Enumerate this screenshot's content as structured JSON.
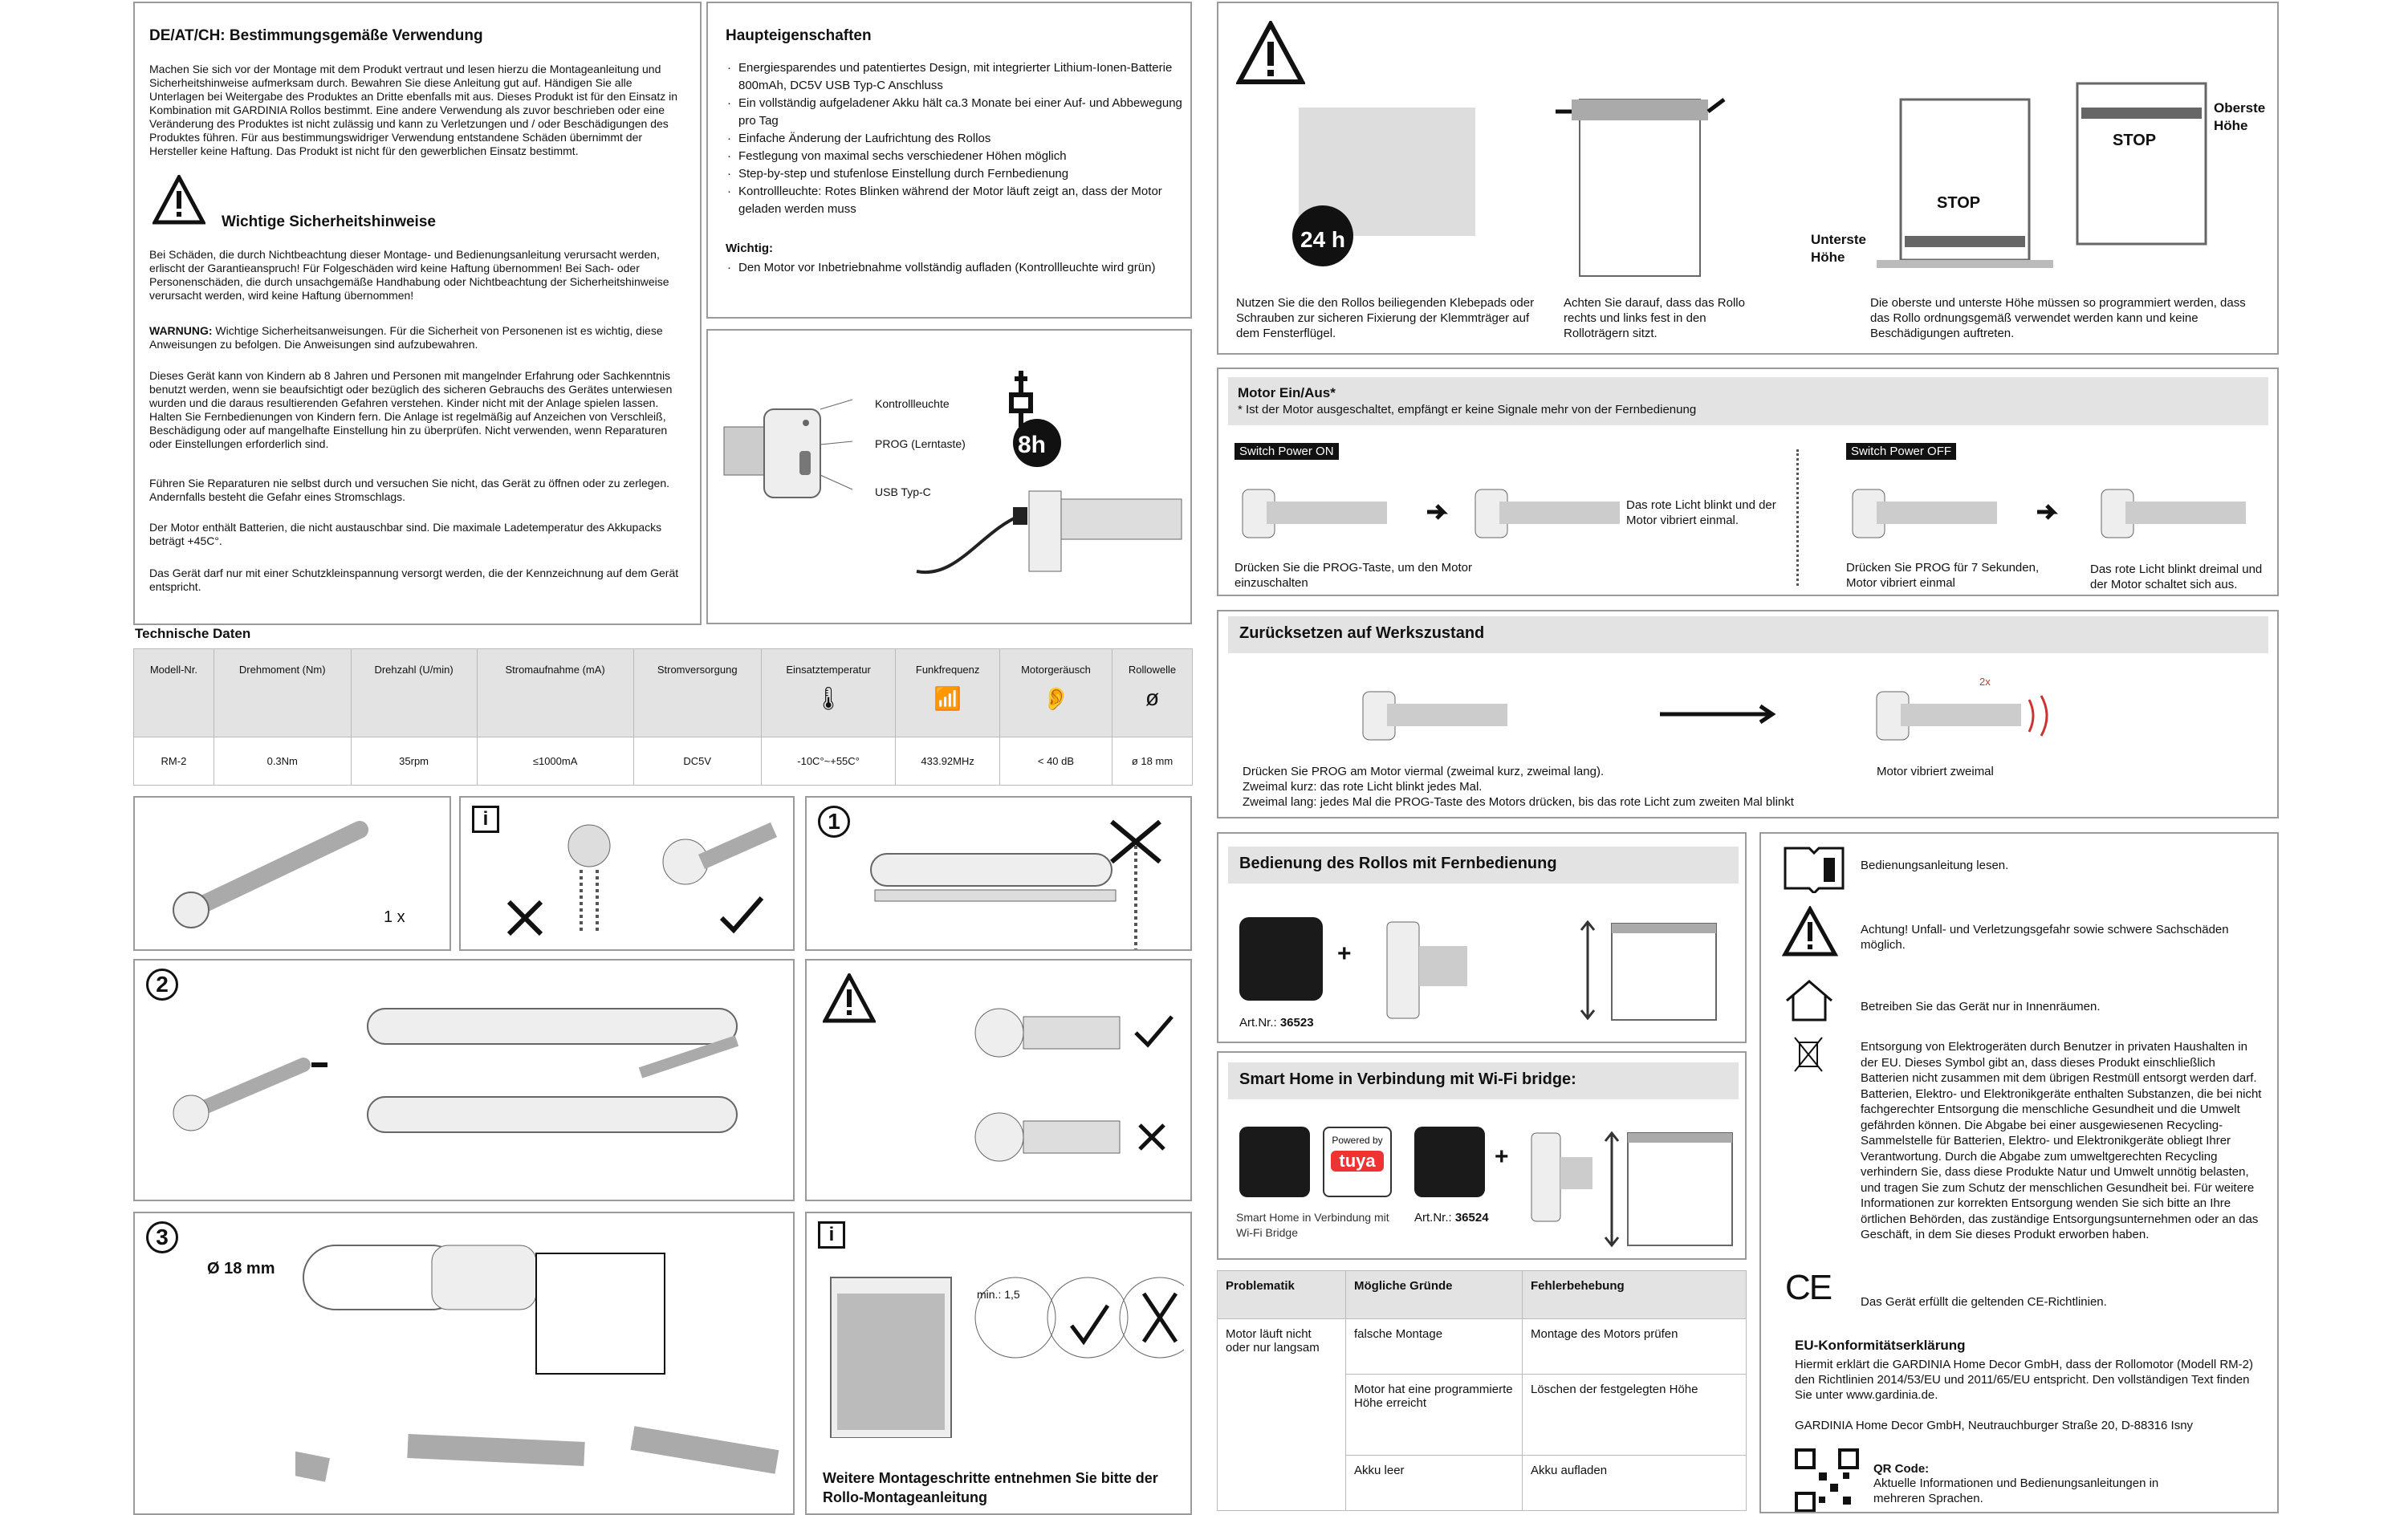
{
  "intro": {
    "title": "DE/AT/CH: Bestimmungsgemäße Verwendung",
    "body": "Machen Sie sich vor der Montage mit dem Produkt vertraut und lesen hierzu die Montageanleitung und Sicherheitshinweise aufmerksam durch. Bewahren Sie diese Anleitung gut auf. Händigen Sie alle Unterlagen bei Weitergabe des Produktes an Dritte ebenfalls mit aus. Dieses Produkt ist für den Einsatz in Kombination mit GARDINIA Rollos bestimmt. Eine andere Verwendung als zuvor beschrieben oder eine Veränderung des Produktes ist nicht zulässig und kann zu Verletzungen und / oder Beschädigungen des Produktes führen. Für aus bestimmungswidriger Verwendung entstandene Schäden übernimmt der Hersteller keine Haftung. Das Produkt ist nicht für den gewerblichen Einsatz bestimmt.",
    "safety_title": "Wichtige Sicherheitshinweise",
    "p1": "Bei Schäden, die durch Nichtbeachtung dieser Montage- und Bedienungsanleitung verursacht werden, erlischt der Garantieanspruch! Für Folgeschäden wird keine Haftung übernommen! Bei Sach- oder Personenschäden, die durch unsachgemäße Handhabung oder Nichtbeachtung der Sicherheitshinweise verursacht werden, wird keine Haftung übernommen!",
    "p2_bold": "WARNUNG:",
    "p2": " Wichtige Sicherheitsanweisungen. Für die Sicherheit von Personenen ist es wichtig, diese Anweisungen zu befolgen. Die Anweisungen sind aufzubewahren.",
    "p3": "Dieses Gerät kann von Kindern ab 8 Jahren und Personen mit mangelnder Erfahrung oder Sachkenntnis benutzt werden, wenn sie beaufsichtigt oder bezüglich des sicheren Gebrauchs des Gerätes unterwiesen wurden und die daraus resultierenden Gefahren verstehen. Kinder nicht mit der Anlage spielen lassen. Halten Sie Fernbedienungen von Kindern fern. Die Anlage ist regelmäßig auf Anzeichen von Verschleiß, Beschädigung oder auf mangelhafte Einstellung hin zu überprüfen. Nicht verwenden, wenn Reparaturen oder Einstellungen erforderlich sind.",
    "p4": "Führen Sie Reparaturen nie selbst durch und versuchen Sie nicht, das Gerät zu öffnen oder zu zerlegen. Andernfalls besteht die Gefahr eines Stromschlags.",
    "p5": "Der Motor enthält Batterien, die nicht austauschbar sind. Die maximale Ladetemperatur des Akkupacks beträgt +45C°.",
    "p6": "Das Gerät darf nur mit einer Schutzkleinspannung versorgt werden, die der Kennzeichnung auf dem Gerät entspricht."
  },
  "features": {
    "title": "Haupteigenschaften",
    "items": [
      "Energiesparendes und patentiertes Design,  mit integrierter Lithium-Ionen-Batterie 800mAh, DC5V USB Typ-C Anschluss",
      "Ein vollständig aufgeladener Akku hält ca.3 Monate bei einer Auf- und Abbewegung pro Tag",
      "Einfache Änderung der Laufrichtung des Rollos",
      "Festlegung von maximal sechs verschiedener Höhen möglich",
      "Step-by-step und stufenlose Einstellung durch Fernbedienung",
      "Kontrollleuchte: Rotes Blinken während der Motor läuft zeigt an, dass der Motor geladen werden muss"
    ],
    "note_title": "Wichtig:",
    "note": "Den Motor vor Inbetriebnahme vollständig aufladen (Kontrollleuchte wird grün)"
  },
  "motor_labels": {
    "led": "Kontrollleuchte",
    "prog": "PROG (Lerntaste)",
    "usb": "USB Typ-C",
    "charge": "8h"
  },
  "tech": {
    "title": "Technische Daten",
    "headers": [
      "Modell-Nr.",
      "Drehmoment (Nm)",
      "Drehzahl (U/min)",
      "Stromaufnahme (mA)",
      "Stromversorgung",
      "Einsatztemperatur",
      "Funkfrequenz",
      "Motorgeräusch",
      "Rollowelle"
    ],
    "values": [
      "RM-2",
      "0.3Nm",
      "35rpm",
      "≤1000mA",
      "DC5V",
      "-10C°~+55C°",
      "433.92MHz",
      "< 40 dB",
      "ø 18 mm"
    ],
    "shaft_symbol": "ø"
  },
  "steps": {
    "qty": "1 x",
    "s1": "1",
    "s2": "2",
    "s3": "3",
    "info": "i",
    "diameter": "Ø 18 mm",
    "min": "min.: 1,5",
    "more": "Weitere Montageschritte entnehmen Sie bitte der Rollo-Montageanleitung"
  },
  "top_right": {
    "h24": "24 h",
    "c1": "Nutzen Sie die den Rollos beiliegenden Klebepads oder Schrauben zur sicheren Fixierung der Klemmträger auf dem Fensterflügel.",
    "c2": "Achten Sie darauf, dass das Rollo rechts und links fest in den Rolloträgern sitzt.",
    "c3": "Die oberste und unterste Höhe müssen so programmiert werden, dass das Rollo ordnungsgemäß verwendet werden kann und keine Beschädigungen auftreten.",
    "low": "Unterste Höhe",
    "high": "Oberste Höhe",
    "stop": "STOP"
  },
  "power": {
    "title": "Motor Ein/Aus*",
    "note": "* Ist der Motor ausgeschaltet, empfängt er keine Signale mehr von der Fernbedienung",
    "on": "Switch Power ON",
    "off": "Switch Power OFF",
    "on_text": "Drücken Sie die PROG-Taste, um den Motor einzuschalten",
    "on_result": "Das rote Licht blinkt und der Motor vibriert einmal.",
    "off_text": "Drücken Sie PROG für 7 Sekunden, Motor vibriert einmal",
    "off_result": "Das rote Licht blinkt dreimal und der Motor schaltet sich aus."
  },
  "reset": {
    "title": "Zurücksetzen auf Werkszustand",
    "t1": "Drücken Sie PROG am Motor viermal (zweimal kurz, zweimal lang).",
    "t2": "Zweimal kurz: das rote Licht blinkt jedes Mal.",
    "t3": "Zweimal lang: jedes Mal die PROG-Taste des Motors drücken, bis das rote Licht zum zweiten Mal blinkt",
    "result": "Motor vibriert zweimal",
    "x2": "2x"
  },
  "remote": {
    "title": "Bedienung des Rollos mit Fernbedienung",
    "art": "Art.Nr.: ",
    "art_num": "36523"
  },
  "smart": {
    "title": "Smart Home in Verbindung mit Wi-Fi bridge:",
    "caption": "Smart Home in Verbindung mit Wi-Fi Bridge",
    "powered": "Powered by",
    "tuya": "tuya",
    "art": "Art.Nr.: ",
    "art_num": "36524"
  },
  "trouble": {
    "headers": [
      "Problematik",
      "Mögliche Gründe",
      "Fehlerbehebung"
    ],
    "problem": "Motor läuft nicht oder nur langsam",
    "rows": [
      [
        "falsche Montage",
        "Montage des Motors prüfen"
      ],
      [
        "Motor hat eine programmierte Höhe erreicht",
        "Löschen der festgelegten Höhe"
      ],
      [
        "Akku leer",
        "Akku aufladen"
      ]
    ]
  },
  "symbols": {
    "read": "Bedienungsanleitung lesen.",
    "warn": "Achtung! Unfall- und Verletzungsgefahr sowie schwere Sachschäden möglich.",
    "indoor": "Betreiben Sie das Gerät nur in Innenräumen.",
    "disposal": "Entsorgung von Elektrogeräten durch Benutzer in privaten Haushalten in der EU. Dieses Symbol gibt an, dass dieses Produkt einschließlich Batterien nicht zusammen mit dem übrigen Restmüll entsorgt werden darf. Batterien, Elektro- und Elektronikgeräte enthalten Substanzen, die bei nicht fachgerechter Entsorgung die menschliche Gesundheit und die Umwelt gefährden können. Die Abgabe bei einer ausgewiesenen Recycling-Sammelstelle für Batterien, Elektro- und Elektronikgeräte obliegt Ihrer Verantwortung. Durch die Abgabe zum umweltgerechten Recycling verhindern Sie, dass diese Produkte Natur und Umwelt unnötig belasten, und tragen Sie zum Schutz der menschlichen Gesundheit bei. Für weitere Informationen zur korrekten Entsorgung wenden Sie sich bitte an Ihre örtlichen Behörden, das zuständige Entsorgungsunternehmen oder an das Geschäft, in dem Sie dieses Produkt erworben haben.",
    "ce": "Das Gerät erfüllt die geltenden CE-Richtlinien.",
    "ce_mark": "CE",
    "eu_title": "EU-Konformitätserklärung",
    "eu_text": "Hiermit erklärt die GARDINIA Home Decor GmbH, dass der Rollomotor (Modell RM-2) den Richtlinien 2014/53/EU und 2011/65/EU entspricht. Den vollständigen Text finden Sie unter www.gardinia.de.",
    "address": "GARDINIA Home Decor GmbH, Neutrauchburger Straße 20, D-88316 Isny",
    "qr_title": "QR Code:",
    "qr_text": "Aktuelle Informationen und Bedienungsanleitungen in mehreren Sprachen."
  }
}
